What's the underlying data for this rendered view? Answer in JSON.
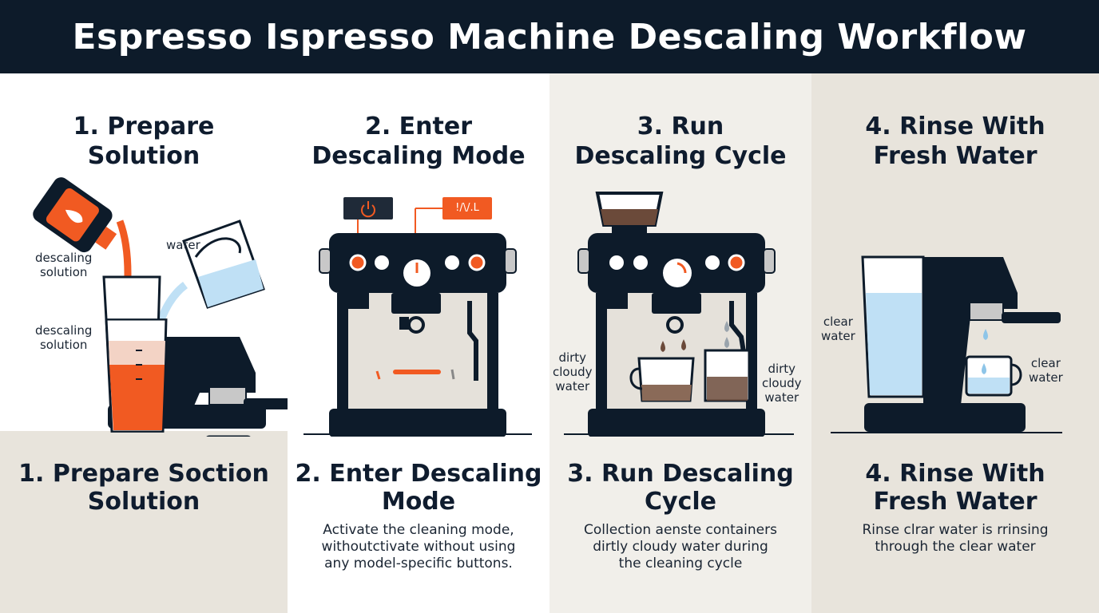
{
  "header": {
    "title": "Espresso Ispresso Machine Descaling Workflow"
  },
  "colors": {
    "navy": "#0d1b2a",
    "accent": "#f15a22",
    "water": "#bfe0f5",
    "dirty": "#6b4a3a",
    "light_bg": "#e8e4dc"
  },
  "steps": [
    {
      "top_title": [
        "1. Prepare",
        "Solution"
      ],
      "bottom_title": [
        "1. Prepare Soction",
        "Solution"
      ],
      "description": [],
      "labels": {
        "water": "water",
        "solution_a": [
          "descaling",
          "solution"
        ],
        "solution_b": [
          "descaling",
          "solution"
        ]
      }
    },
    {
      "top_title": [
        "2. Enter",
        "Descaling Mode"
      ],
      "bottom_title": [
        "2. Enter Descaling",
        "Mode"
      ],
      "description": [
        "Activate the cleaning mode,",
        "withoutctivate without using",
        "any model-specific buttons."
      ],
      "labels": {
        "display": "!/\\/.L"
      }
    },
    {
      "top_title": [
        "3. Run",
        "Descaling Cycle"
      ],
      "bottom_title": [
        "3. Run Descaling",
        "Cycle"
      ],
      "description": [
        "Collection aenste containers",
        "dirtly cloudy water during",
        "the cleaning cycle"
      ],
      "labels": {
        "left": [
          "dirty",
          "cloudy",
          "water"
        ],
        "right": [
          "dirty",
          "cloudy",
          "water"
        ]
      }
    },
    {
      "top_title": [
        "4. Rinse With",
        "Fresh Water"
      ],
      "bottom_title": [
        "4. Rinse With",
        "Fresh Water"
      ],
      "description": [
        "Rinse clrar water is rrinsing",
        "through the clear water"
      ],
      "labels": {
        "left": [
          "clear",
          "water"
        ],
        "right": [
          "clear",
          "water"
        ]
      }
    }
  ]
}
